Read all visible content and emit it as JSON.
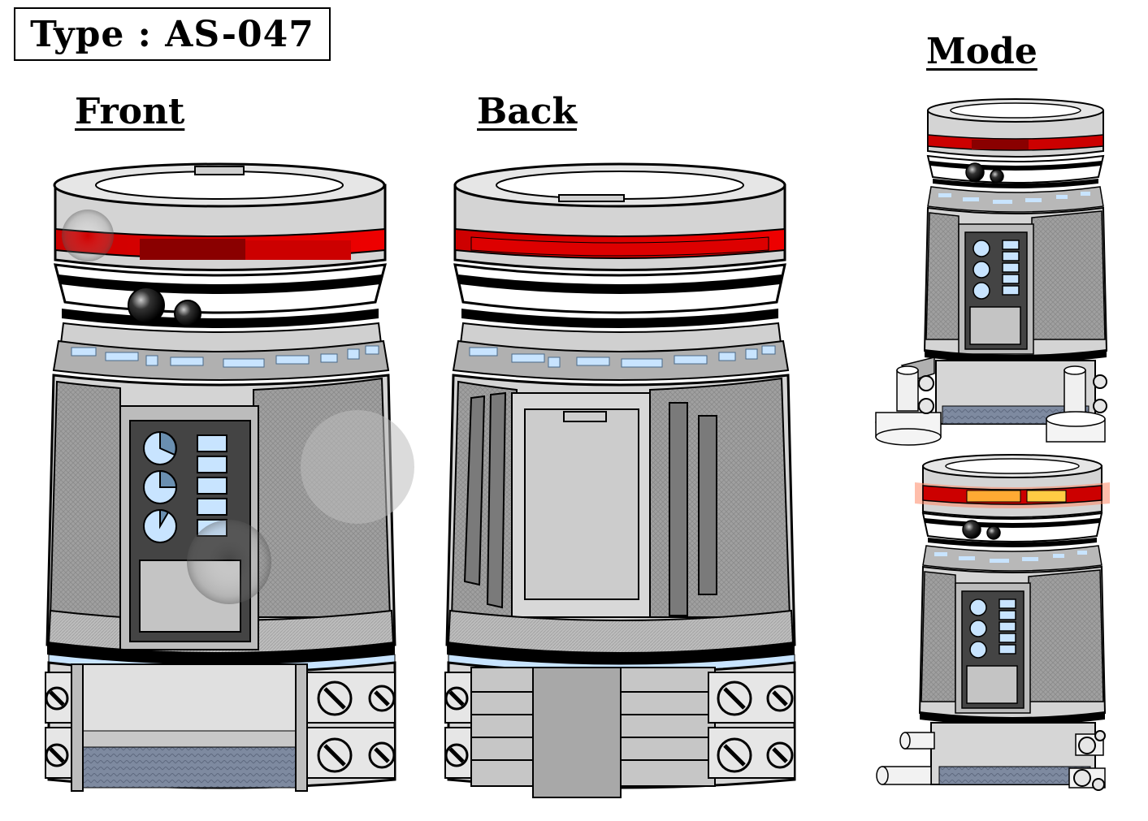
{
  "header": {
    "type_label": "Type : AS-047"
  },
  "views": {
    "front_label": "Front",
    "back_label": "Back",
    "mode_label": "Mode"
  },
  "colors": {
    "body": "#c8c8c8",
    "panel": "#9a9a9a",
    "dark": "#3a3a3a",
    "red": "#cc0000",
    "dark_red": "#8a0000",
    "light_blue": "#c8e4ff",
    "amber": "#ffaa33"
  }
}
